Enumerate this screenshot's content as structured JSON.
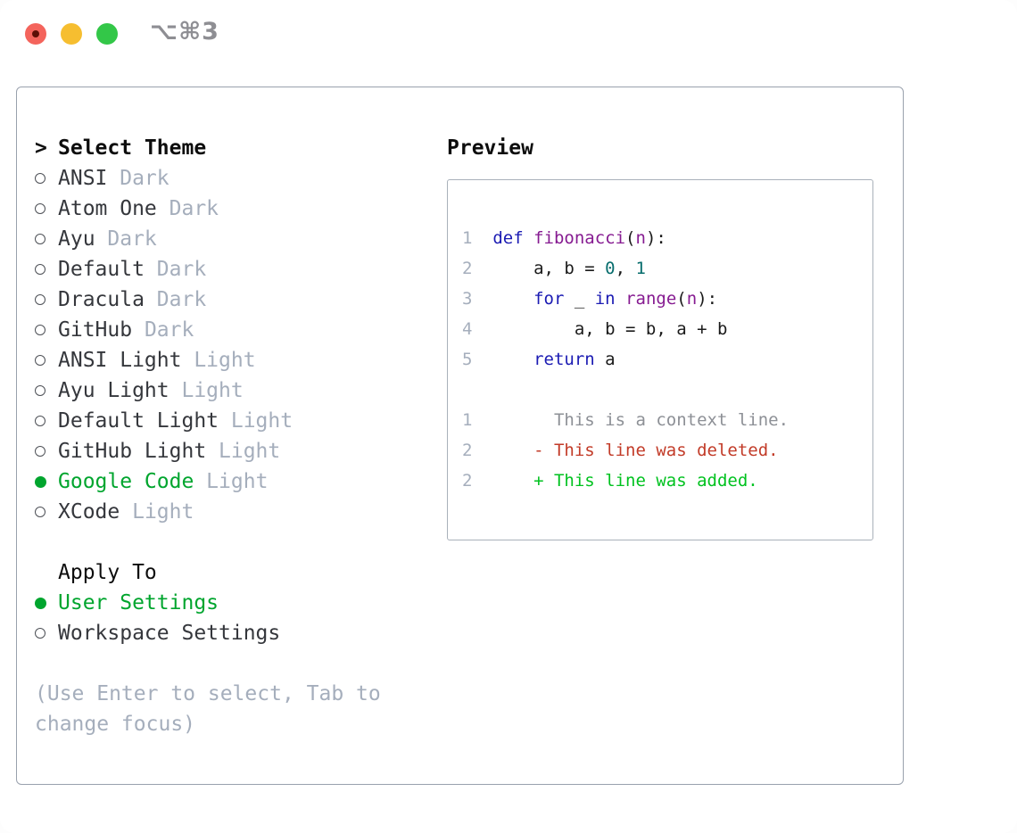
{
  "window": {
    "title": "⌥⌘3"
  },
  "titlebar": {
    "buttons": [
      {
        "name": "close"
      },
      {
        "name": "minimize"
      },
      {
        "name": "zoom"
      }
    ]
  },
  "theme_picker": {
    "prompt": ">",
    "header": "Select Theme",
    "items": [
      {
        "label": "ANSI",
        "variant": "Dark",
        "selected": false
      },
      {
        "label": "Atom One",
        "variant": "Dark",
        "selected": false
      },
      {
        "label": "Ayu",
        "variant": "Dark",
        "selected": false
      },
      {
        "label": "Default",
        "variant": "Dark",
        "selected": false
      },
      {
        "label": "Dracula",
        "variant": "Dark",
        "selected": false
      },
      {
        "label": "GitHub",
        "variant": "Dark",
        "selected": false
      },
      {
        "label": "ANSI Light",
        "variant": "Light",
        "selected": false
      },
      {
        "label": "Ayu Light",
        "variant": "Light",
        "selected": false
      },
      {
        "label": "Default Light",
        "variant": "Light",
        "selected": false
      },
      {
        "label": "GitHub Light",
        "variant": "Light",
        "selected": false
      },
      {
        "label": "Google Code",
        "variant": "Light",
        "selected": true
      },
      {
        "label": "XCode",
        "variant": "Light",
        "selected": false
      }
    ],
    "apply_to": {
      "header": "Apply To",
      "options": [
        {
          "label": "User Settings",
          "selected": true
        },
        {
          "label": "Workspace Settings",
          "selected": false
        }
      ]
    },
    "help_lines": [
      "(Use Enter to select, Tab to",
      "change focus)"
    ]
  },
  "preview": {
    "header": "Preview",
    "code_lines": [
      {
        "num": "1",
        "tokens": [
          [
            "kw",
            "def"
          ],
          [
            "pl",
            " "
          ],
          [
            "fn",
            "fibonacci"
          ],
          [
            "pl",
            "("
          ],
          [
            "fn",
            "n"
          ],
          [
            "pl",
            "):"
          ]
        ]
      },
      {
        "num": "2",
        "tokens": [
          [
            "pl",
            "    a, b = "
          ],
          [
            "num",
            "0"
          ],
          [
            "pl",
            ", "
          ],
          [
            "num",
            "1"
          ]
        ]
      },
      {
        "num": "3",
        "tokens": [
          [
            "pl",
            "    "
          ],
          [
            "kw",
            "for"
          ],
          [
            "pl",
            " _ "
          ],
          [
            "kw",
            "in"
          ],
          [
            "pl",
            " "
          ],
          [
            "fn",
            "range"
          ],
          [
            "pl",
            "("
          ],
          [
            "fn",
            "n"
          ],
          [
            "pl",
            "):"
          ]
        ]
      },
      {
        "num": "4",
        "tokens": [
          [
            "pl",
            "        a, b = b, a + b"
          ]
        ]
      },
      {
        "num": "5",
        "tokens": [
          [
            "pl",
            "    "
          ],
          [
            "kw",
            "return"
          ],
          [
            "pl",
            " a"
          ]
        ]
      }
    ],
    "diff_lines": [
      {
        "num": "1",
        "marker": " ",
        "kind": "context",
        "text": "This is a context line."
      },
      {
        "num": "2",
        "marker": "-",
        "kind": "deleted",
        "text": "This line was deleted."
      },
      {
        "num": "2",
        "marker": "+",
        "kind": "added",
        "text": "This line was added."
      }
    ]
  },
  "colors": {
    "accent_green": "#00a52e",
    "added_green": "#00c21f",
    "deleted_red": "#c23b28",
    "keyword_blue": "#1b1bb3",
    "function_purple": "#861b91",
    "number_teal": "#076d6d",
    "muted_gray": "#a5aebc"
  }
}
